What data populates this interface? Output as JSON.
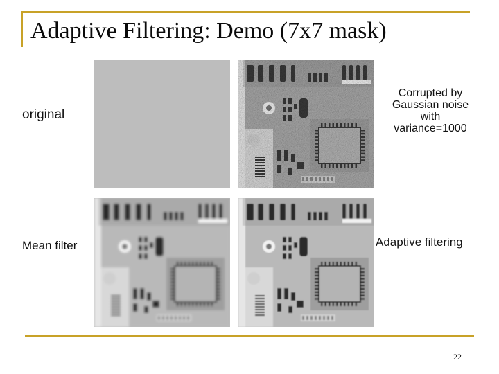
{
  "slide": {
    "title": "Adaptive Filtering: Demo (7x7 mask)",
    "page_number": "22",
    "accent_color": "#c8a228"
  },
  "panels": [
    {
      "label": "original",
      "style": "sharp"
    },
    {
      "label": "Corrupted by Gaussian noise with variance=1000",
      "style": "noisy"
    },
    {
      "label": "Mean filter",
      "style": "blurred"
    },
    {
      "label": "Adaptive filtering",
      "style": "soft"
    }
  ],
  "labels": {
    "original": "original",
    "corrupted_line1": "Corrupted by",
    "corrupted_line2": "Gaussian noise",
    "corrupted_line3": "with",
    "corrupted_line4": "variance=1000",
    "mean": "Mean filter",
    "adaptive": "Adaptive filtering"
  }
}
